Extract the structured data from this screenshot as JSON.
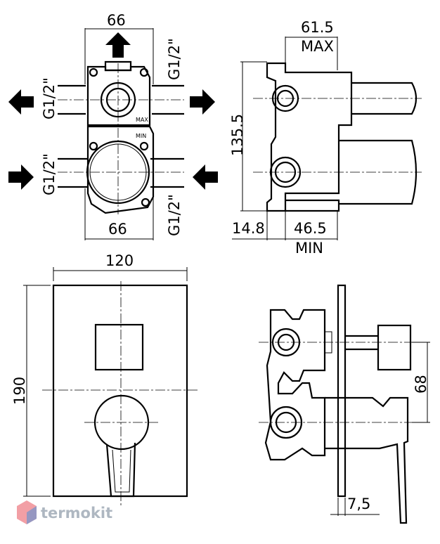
{
  "front_view": {
    "width_top": "66",
    "width_bottom": "66",
    "thread_top": "G1/2\"",
    "thread_left_upper": "G1/2\"",
    "thread_left_lower": "G1/2\"",
    "thread_right_bottom": "G1/2\"",
    "label_max": "MAX",
    "label_min": "MIN"
  },
  "side_view": {
    "depth_max": "61.5",
    "depth_max_label": "MAX",
    "height": "135.5",
    "offset": "14.8",
    "depth_min": "46.5",
    "depth_min_label": "MIN"
  },
  "plate_view": {
    "width": "120",
    "height": "190"
  },
  "assembly_view": {
    "spacing": "68",
    "plate_thickness": "7,5"
  },
  "watermark": {
    "text": "termokit"
  },
  "colors": {
    "line": "#000000",
    "watermark": "#9aa6b2",
    "logo_red": "#e8505b",
    "logo_blue": "#4a90d9"
  }
}
